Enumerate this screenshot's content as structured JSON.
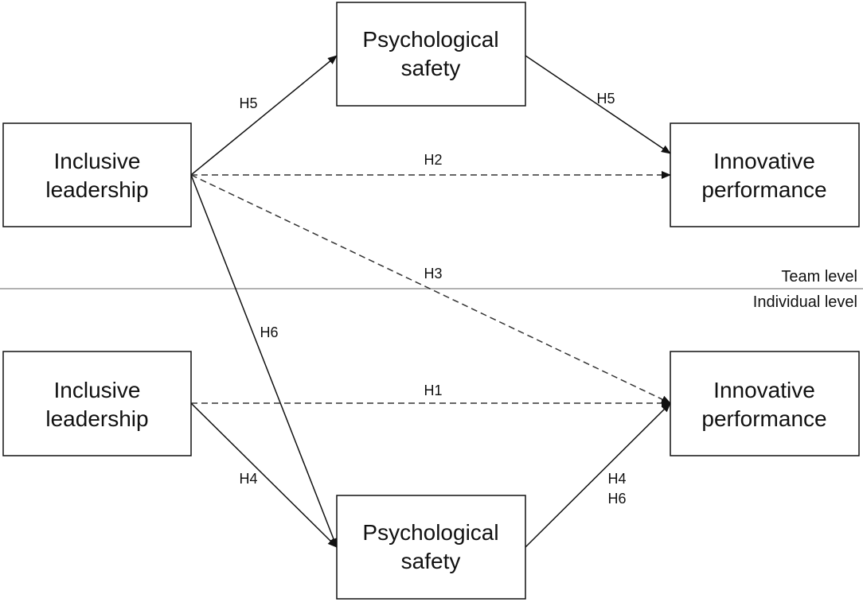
{
  "team": {
    "left_box": {
      "line1": "Inclusive",
      "line2": "leadership"
    },
    "top_box": {
      "line1": "Psychological",
      "line2": "safety"
    },
    "right_box": {
      "line1": "Innovative",
      "line2": "performance"
    }
  },
  "individual": {
    "left_box": {
      "line1": "Inclusive",
      "line2": "leadership"
    },
    "bottom_box": {
      "line1": "Psychological",
      "line2": "safety"
    },
    "right_box": {
      "line1": "Innovative",
      "line2": "performance"
    }
  },
  "levels": {
    "team": "Team level",
    "individual": "Individual level"
  },
  "hypotheses": {
    "h5_left": "H5",
    "h5_right": "H5",
    "h2": "H2",
    "h3": "H3",
    "h6": "H6",
    "h1": "H1",
    "h4_left": "H4",
    "h4_right_line1": "H4",
    "h4_right_line2": "H6"
  }
}
